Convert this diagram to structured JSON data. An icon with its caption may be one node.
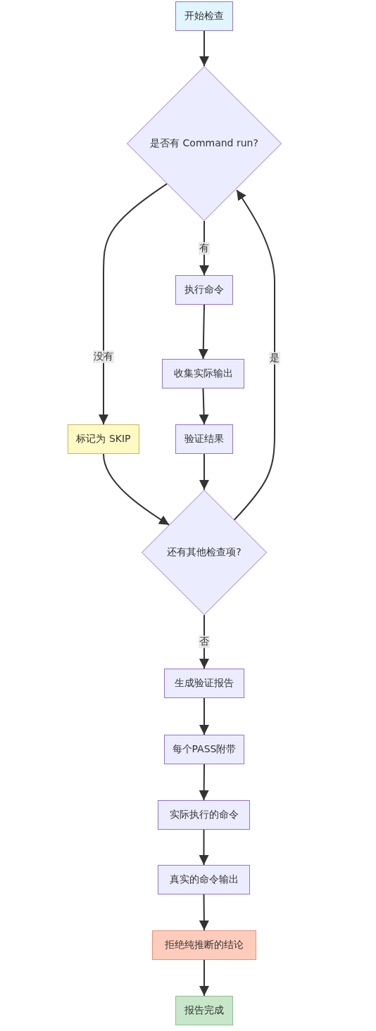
{
  "diagram": {
    "nodes": [
      {
        "text": [
          "开始检查"
        ]
      },
      {
        "text": [
          "是否有 Command run?"
        ]
      },
      {
        "text": [
          "执行命令"
        ]
      },
      {
        "text": [
          "收集实际输出"
        ]
      },
      {
        "text": [
          "验证结果"
        ]
      },
      {
        "text": [
          "标记为 SKIP"
        ]
      },
      {
        "text": [
          "还有其他检查项?"
        ]
      },
      {
        "text": [
          "生成验证报告"
        ]
      },
      {
        "text": [
          "每个PASS附带"
        ]
      },
      {
        "text": [
          "实际执行的命令"
        ]
      },
      {
        "text": [
          "真实的命令输出"
        ]
      },
      {
        "text": [
          "拒绝纯推断的结论"
        ]
      },
      {
        "text": [
          "报告完成"
        ]
      }
    ],
    "edges": [
      {
        "from": 0,
        "to": 1,
        "arrow": "to"
      },
      {
        "from": 1,
        "to": 2,
        "arrow": "to",
        "label": "有"
      },
      {
        "from": 1,
        "to": 5,
        "arrow": "to",
        "label": "没有"
      },
      {
        "from": 2,
        "to": 3,
        "arrow": "to"
      },
      {
        "from": 3,
        "to": 4,
        "arrow": "to"
      },
      {
        "from": 4,
        "to": 6,
        "arrow": "to"
      },
      {
        "from": 5,
        "to": 6,
        "arrow": "to"
      },
      {
        "from": 6,
        "to": 1,
        "arrow": "to",
        "label": "是"
      },
      {
        "from": 6,
        "to": 7,
        "arrow": "to",
        "label": "否"
      },
      {
        "from": 7,
        "to": 8,
        "arrow": "to"
      },
      {
        "from": 8,
        "to": 9,
        "arrow": "to"
      },
      {
        "from": 9,
        "to": 10,
        "arrow": "to"
      },
      {
        "from": 10,
        "to": 11,
        "arrow": "to"
      },
      {
        "from": 11,
        "to": 12,
        "arrow": "to"
      }
    ]
  }
}
